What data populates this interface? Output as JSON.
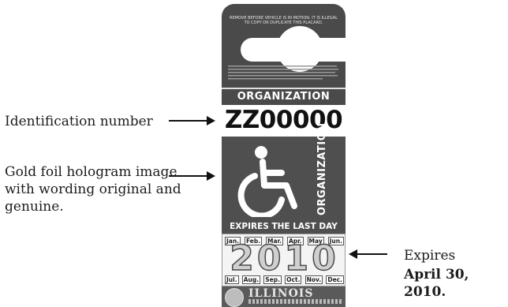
{
  "labels": {
    "id": "Identification number",
    "hologram": "Gold foil hologram image with wording original and genuine.",
    "expires_title": "Expires",
    "expires_date": "April 30, 2010."
  },
  "placard": {
    "top_fine_text": "REMOVE BEFORE VEHICLE IS IN MOTION. IT IS ILLEGAL TO COPY OR DUPLICATE THIS PLACARD.",
    "org_bar": "ORGANIZATION",
    "id_number": "ZZ00000",
    "org_vertical": "ORGANIZATION",
    "expires_line": "EXPIRES THE LAST DAY OF:",
    "months_row1": [
      "Jan.",
      "Feb.",
      "Mar.",
      "Apr.",
      "May",
      "Jun."
    ],
    "months_row2": [
      "Jul.",
      "Aug.",
      "Sep.",
      "Oct.",
      "Nov.",
      "Dec."
    ],
    "year": "2010",
    "state_text": "ILLINOIS"
  },
  "colors": {
    "placard_dark": "#4a4a4a",
    "arrow": "#111111"
  }
}
